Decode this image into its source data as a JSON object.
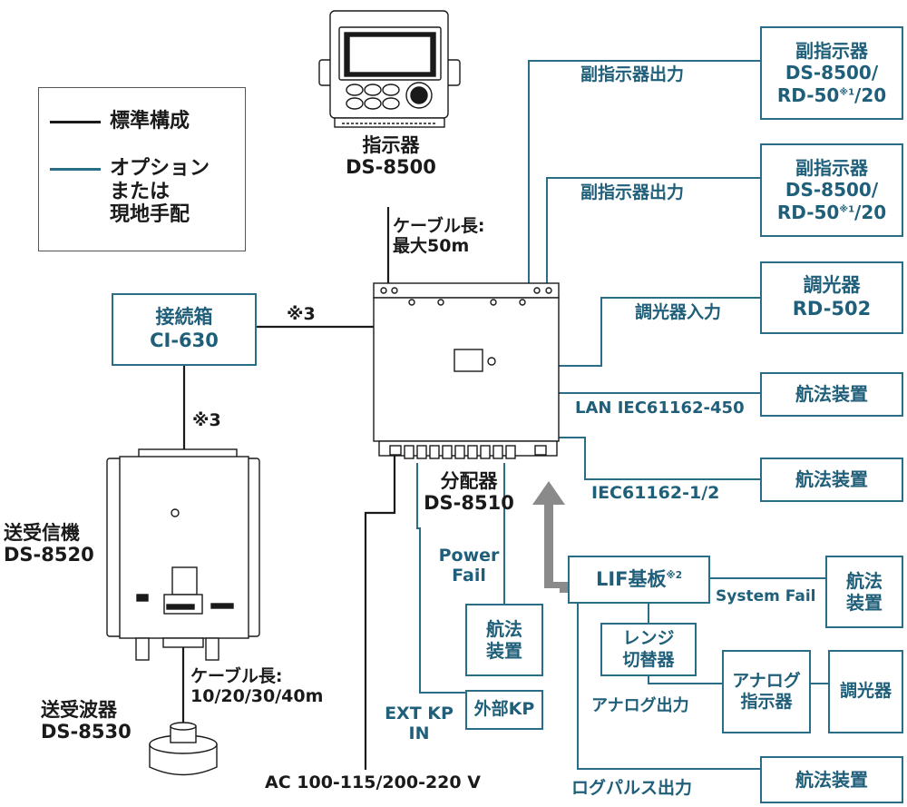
{
  "legend": {
    "standard": "標準構成",
    "option_line1": "オプション",
    "option_line2": "または",
    "option_line3": "現地手配"
  },
  "colors": {
    "standard_line": "#1a1a1a",
    "option_line": "#2a6d86",
    "arrow": "#8a8a8a"
  },
  "display": {
    "name": "指示器",
    "model": "DS-8500",
    "cable_label": "ケーブル長:",
    "cable_value": "最大50m"
  },
  "distributor": {
    "name": "分配器",
    "model": "DS-8510"
  },
  "junction_box": {
    "name": "接続箱",
    "model": "CI-630",
    "note_right": "※3",
    "note_below": "※3"
  },
  "transceiver": {
    "name": "送受信機",
    "model": "DS-8520",
    "cable_label": "ケーブル長:",
    "cable_value": "10/20/30/40m"
  },
  "transducer": {
    "name": "送受波器",
    "model": "DS-8530"
  },
  "power": "AC 100-115/200-220 V",
  "outputs": {
    "sub_out_1": "副指示器出力",
    "sub_out_2": "副指示器出力",
    "dimmer_in": "調光器入力",
    "lan": "LAN IEC61162-450",
    "iec": "IEC61162-1/2",
    "power_fail_1": "Power",
    "power_fail_2": "Fail",
    "ext_kp_1": "EXT KP",
    "ext_kp_2": "IN",
    "system_fail": "System Fail",
    "analog_out": "アナログ出力",
    "log_pulse_out": "ログパルス出力"
  },
  "boxes": {
    "sub_display_1": {
      "l1": "副指示器",
      "l2": "DS-8500/",
      "l3a": "RD-50",
      "l3sup": "※1",
      "l3b": "/20"
    },
    "sub_display_2": {
      "l1": "副指示器",
      "l2": "DS-8500/",
      "l3a": "RD-50",
      "l3sup": "※1",
      "l3b": "/20"
    },
    "dimmer": {
      "l1": "調光器",
      "l2": "RD-502"
    },
    "nav_lan": "航法装置",
    "nav_iec": "航法装置",
    "lif": {
      "main": "LIF基板",
      "sup": "※2"
    },
    "nav_sysfail": {
      "l1": "航法",
      "l2": "装置"
    },
    "nav_powerfail": {
      "l1": "航法",
      "l2": "装置"
    },
    "ext_kp": "外部KP",
    "range_switch": {
      "l1": "レンジ",
      "l2": "切替器"
    },
    "analog_indicator": {
      "l1": "アナログ",
      "l2": "指示器"
    },
    "dimmer2": "調光器",
    "nav_log": "航法装置"
  }
}
